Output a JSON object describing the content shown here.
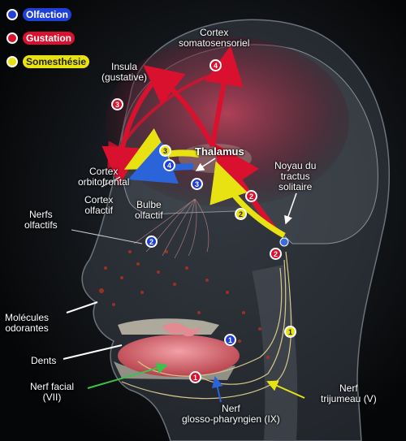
{
  "legend": [
    {
      "label": "Olfaction",
      "color": "#1f3fd6"
    },
    {
      "label": "Gustation",
      "color": "#d9112f"
    },
    {
      "label": "Somesthésie",
      "color": "#e9e213"
    }
  ],
  "labels": {
    "cortex_somato": "Cortex\nsomatosensoriel",
    "insula": "Insula\n(gustative)",
    "thalamus": "Thalamus",
    "noyau": "Noyau du\ntractus\nsolitaire",
    "cortex_orbito": "Cortex\norbitofrontal",
    "cortex_olfactif": "Cortex\nolfactif",
    "bulbe": "Bulbe\nolfactif",
    "nerfs_olfactifs": "Nerfs\nolfactifs",
    "molecules": "Molécules\nodorantes",
    "dents": "Dents",
    "nerf_facial": "Nerf facial\n(VII)",
    "nerf_glosso": "Nerf\nglosso-pharyngien (IX)",
    "nerf_trijumeau": "Nerf\ntrijumeau (V)"
  },
  "badges": {
    "red4": "4",
    "red3": "3",
    "yellow3": "3",
    "blue4": "4",
    "blue3": "3",
    "red_noyau_path": "2",
    "yellow2": "2",
    "blue2": "2",
    "red2": "2",
    "blue1": "1",
    "yellow1": "1",
    "red1": "1"
  },
  "colors": {
    "gustation": "#d9112f",
    "olfaction": "#1f3fd6",
    "somesthesie": "#e9e213"
  }
}
